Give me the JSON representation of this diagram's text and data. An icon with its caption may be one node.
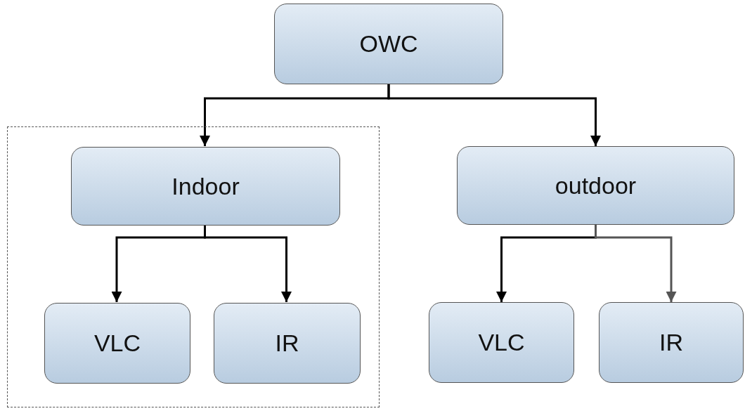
{
  "diagram": {
    "nodes": [
      {
        "text": [
          "OWC"
        ]
      },
      {
        "text": [],
        "shape": "box"
      },
      {
        "text": [
          "Indoor"
        ],
        "in": 1
      },
      {
        "text": [
          "outdoor"
        ]
      },
      {
        "text": [
          "VLC"
        ],
        "in": 1
      },
      {
        "text": [
          "IR"
        ],
        "in": 1
      },
      {
        "text": [
          "VLC"
        ]
      },
      {
        "text": [
          "IR"
        ]
      }
    ],
    "edges": [
      {
        "from": 0,
        "to": 2,
        "arrow": "to"
      },
      {
        "from": 0,
        "to": 3,
        "arrow": "to"
      },
      {
        "from": 2,
        "to": 4,
        "arrow": "to"
      },
      {
        "from": 2,
        "to": 5,
        "arrow": "to"
      },
      {
        "from": 3,
        "to": 6,
        "arrow": "to"
      },
      {
        "from": 3,
        "to": 7,
        "arrow": "to",
        "color": "#555555"
      }
    ]
  }
}
